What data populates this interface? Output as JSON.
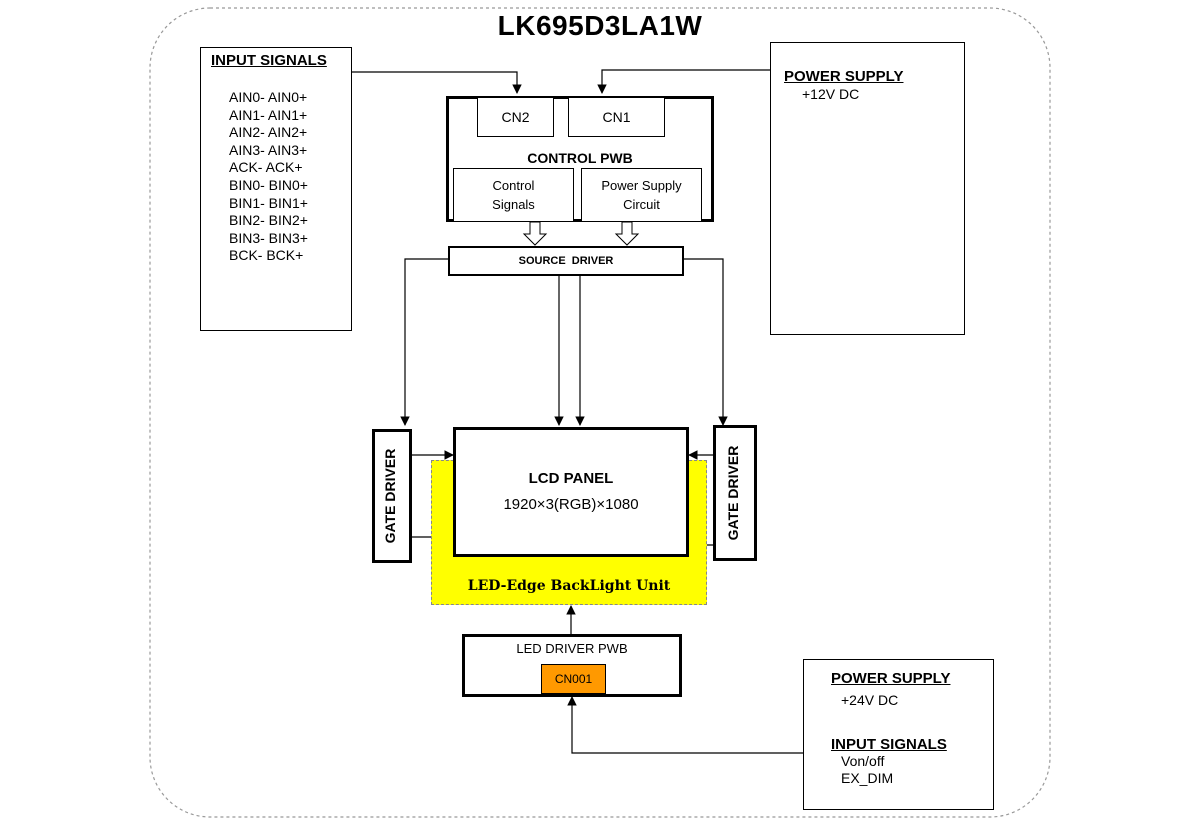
{
  "title": "LK695D3LA1W",
  "input_signals": {
    "heading": "INPUT SIGNALS",
    "items": [
      "AIN0- AIN0+",
      "AIN1- AIN1+",
      "AIN2- AIN2+",
      "AIN3- AIN3+",
      "ACK- ACK+",
      "BIN0- BIN0+",
      "BIN1- BIN1+",
      "BIN2- BIN2+",
      "BIN3- BIN3+",
      "BCK- BCK+"
    ]
  },
  "power_supply_top": {
    "heading": "POWER SUPPLY",
    "value": "+12V DC"
  },
  "control_pwb": {
    "label": "CONTROL PWB",
    "cn2": "CN2",
    "cn1": "CN1",
    "control_signals": [
      "Control",
      "Signals"
    ],
    "power_supply_circuit": [
      "Power Supply",
      "Circuit"
    ]
  },
  "source_driver": "SOURCE  DRIVER",
  "gate_driver_left": "GATE DRIVER",
  "gate_driver_right": "GATE DRIVER",
  "lcd_panel": {
    "label": "LCD PANEL",
    "resolution": "1920×3(RGB)×1080"
  },
  "backlight": {
    "label": "LED-Edge BackLight Unit",
    "color": "#ffff00"
  },
  "led_driver": {
    "label": "LED DRIVER PWB",
    "connector": "CN001",
    "connector_color": "#ff9900"
  },
  "power_supply_bottom": {
    "heading": "POWER SUPPLY",
    "value": "+24V DC",
    "signals_heading": "INPUT SIGNALS",
    "signals": [
      "Von/off",
      "EX_DIM"
    ]
  }
}
